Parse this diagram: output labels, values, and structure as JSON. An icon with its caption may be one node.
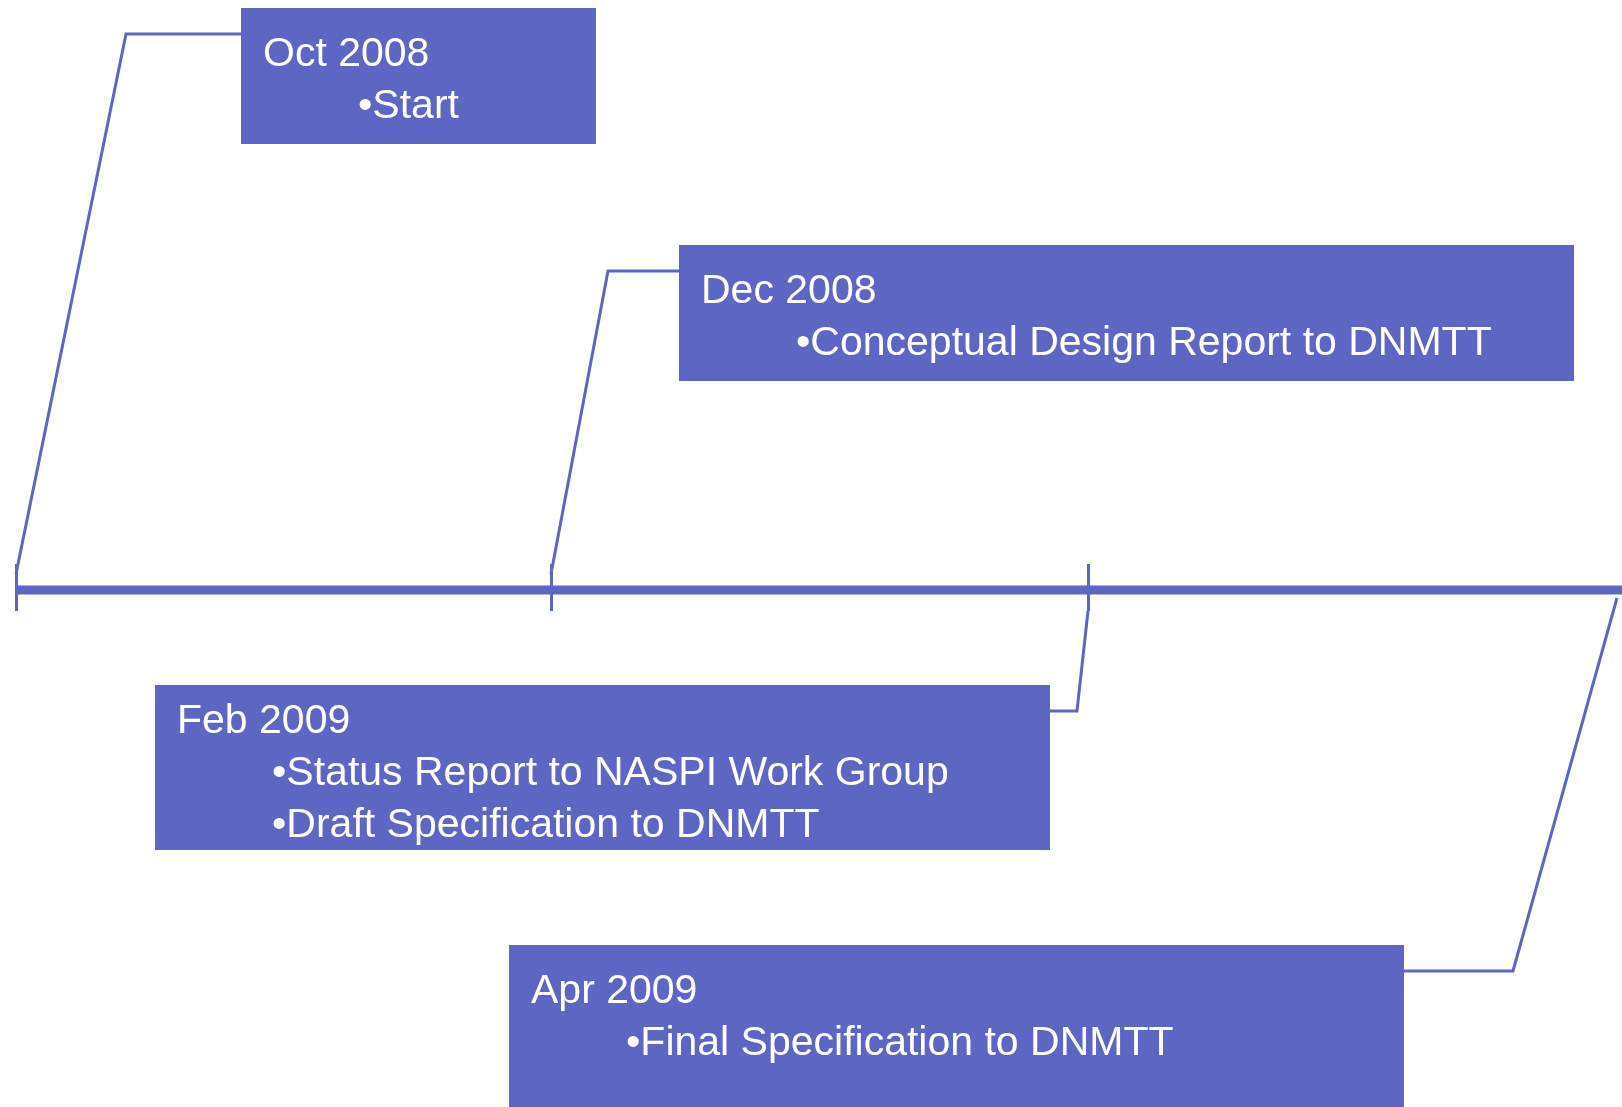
{
  "diagram": {
    "nodes": [
      {
        "text": [
          "Oct 2008",
          "•Start"
        ]
      },
      {
        "text": [
          "Dec 2008",
          "•Conceptual Design Report to DNMTT"
        ]
      },
      {
        "text": [],
        "shape": "bar"
      },
      {
        "text": [],
        "shape": "bar"
      },
      {
        "text": [],
        "shape": "bar"
      },
      {
        "text": [
          "Feb 2009",
          "•Status Report to NASPI Work Group",
          "•Draft Specification to DNMTT"
        ]
      },
      {
        "text": [
          "Apr 2009",
          "•Final Specification to DNMTT"
        ]
      }
    ],
    "edges": [
      {
        "from": 0,
        "to": 2,
        "arrow": "none"
      },
      {
        "from": 1,
        "to": 3,
        "arrow": "none"
      },
      {
        "from": 5,
        "to": 4,
        "arrow": "none"
      },
      {
        "from": 6,
        "to": null,
        "arrow": "none"
      }
    ]
  }
}
